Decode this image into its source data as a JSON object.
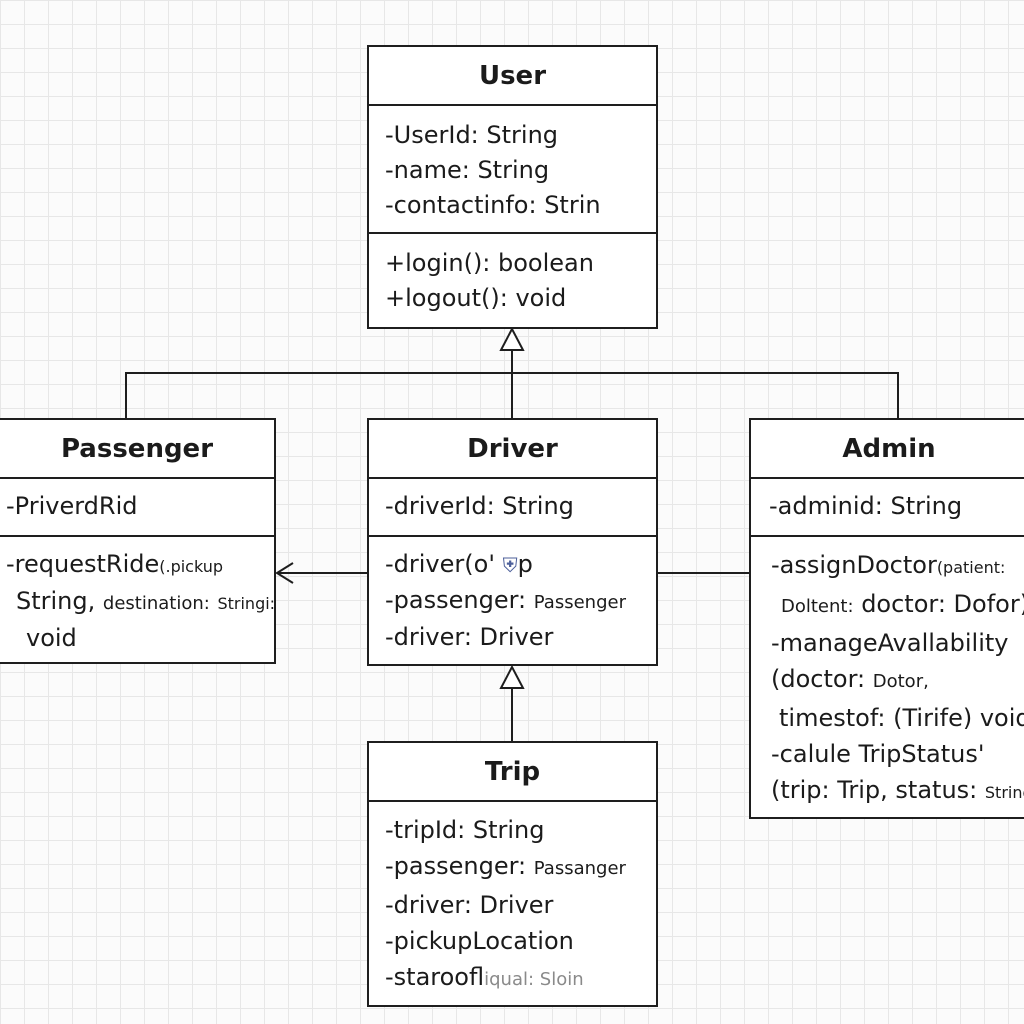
{
  "colors": {
    "line": "#1e1e1e",
    "box_fill": "#ffffff",
    "grid": "#e7e7e7",
    "background": "#fbfbfb"
  },
  "classes": {
    "user": {
      "name": "User",
      "attributes": [
        "-UserId: String",
        "-name: String",
        "-contactinfo: Strin"
      ],
      "methods": [
        "+login(): boolean",
        "+logout(): void"
      ]
    },
    "passenger": {
      "name": "Passenger",
      "attributes": [
        "-PriverdRid"
      ],
      "methods": {
        "line1_main": "-requestRide",
        "line1_small": "(.pickup",
        "line2_main": "String,",
        "line2_small": "destination:",
        "line2_tiny": "Stringi:",
        "line3": "void"
      }
    },
    "driver": {
      "name": "Driver",
      "attributes": [
        "-driverId: String"
      ],
      "methods": {
        "line1": "-driver(o'",
        "line1_icon": "shield-glyph",
        "line1_tail": "p",
        "line2_main": "-passenger:",
        "line2_small": "Passenger",
        "line3": "-driver: Driver"
      }
    },
    "admin": {
      "name": "Admin",
      "attributes": [
        "-adminid: String"
      ],
      "methods": {
        "l1_main": "-assignDoctor",
        "l1_small": "(patient:",
        "l2_small": "Doltent:",
        "l2_main": "doctor: Dofor),",
        "l3": "-manageAvallability",
        "l4_main": "(doctor:",
        "l4_small": "Dotor,",
        "l5": "timestof: (Tirife) void",
        "l6": "-calule TripStatus'",
        "l7_main": "(trip: Trip, status:",
        "l7_small": "String"
      }
    },
    "trip": {
      "name": "Trip",
      "attributes": {
        "l1": "-tripId: String",
        "l2_main": "-passenger:",
        "l2_small": "Passanger",
        "l3": "-driver: Driver",
        "l4": "-pickupLocation",
        "l5_main": "-staroofl",
        "l5_small": "iqual: Sloin"
      }
    }
  }
}
